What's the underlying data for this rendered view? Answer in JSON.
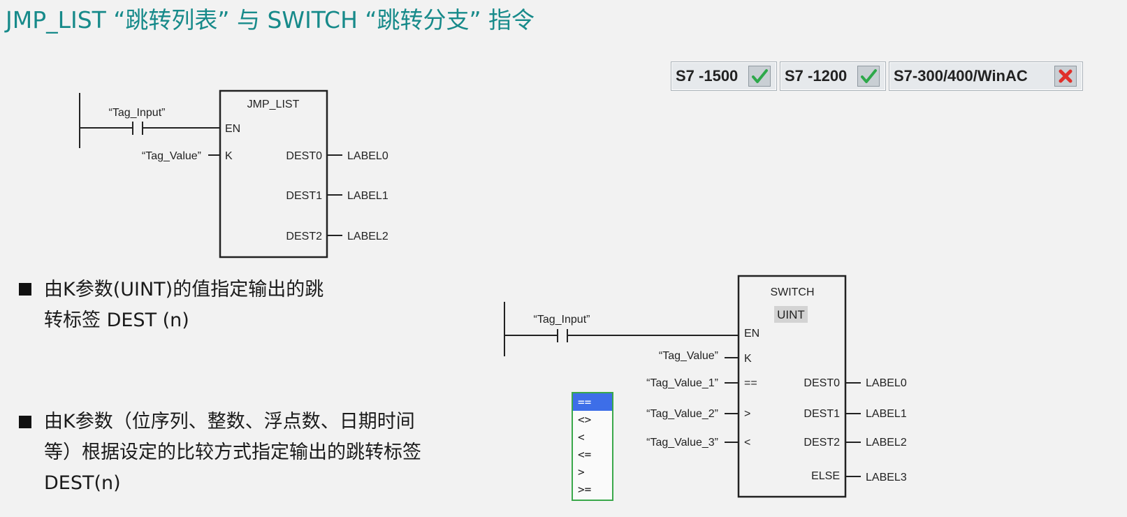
{
  "title": "JMP_LIST “跳转列表” 与 SWITCH “跳转分支” 指令",
  "compat": [
    {
      "label": "S7 -1500",
      "supported": true,
      "icon": "check-icon"
    },
    {
      "label": "S7 -1200",
      "supported": true,
      "icon": "check-icon"
    },
    {
      "label": "S7-300/400/WinAC",
      "supported": false,
      "icon": "cross-icon"
    }
  ],
  "jmp_list": {
    "block_title": "JMP_LIST",
    "contact_tag": "“Tag_Input”",
    "en": "EN",
    "k_label": "K",
    "k_tag": "“Tag_Value”",
    "outputs": [
      {
        "pin": "DEST0",
        "label": "LABEL0"
      },
      {
        "pin": "DEST1",
        "label": "LABEL1"
      },
      {
        "pin": "DEST2",
        "label": "LABEL2"
      }
    ]
  },
  "switch": {
    "block_title": "SWITCH",
    "type": "UINT",
    "contact_tag": "“Tag_Input”",
    "en": "EN",
    "k_label": "K",
    "k_tag": "“Tag_Value”",
    "inputs": [
      {
        "tag": "“Tag_Value_1”",
        "op": "=="
      },
      {
        "tag": "“Tag_Value_2”",
        "op": ">"
      },
      {
        "tag": "“Tag_Value_3”",
        "op": "<"
      }
    ],
    "outputs": [
      {
        "pin": "DEST0",
        "label": "LABEL0"
      },
      {
        "pin": "DEST1",
        "label": "LABEL1"
      },
      {
        "pin": "DEST2",
        "label": "LABEL2"
      },
      {
        "pin": "ELSE",
        "label": "LABEL3"
      }
    ]
  },
  "bullets": [
    {
      "lines": [
        "由K参数(UINT)的值指定输出的跳",
        "转标签 DEST (n)"
      ]
    },
    {
      "lines": [
        "由K参数（位序列、整数、浮点数、日期时间",
        "等）根据设定的比较方式指定输出的跳转标签",
        "DEST(n)"
      ]
    }
  ],
  "compare_dropdown": {
    "selected": "==",
    "options": [
      "==",
      "<>",
      "<",
      "<=",
      ">",
      ">="
    ]
  }
}
